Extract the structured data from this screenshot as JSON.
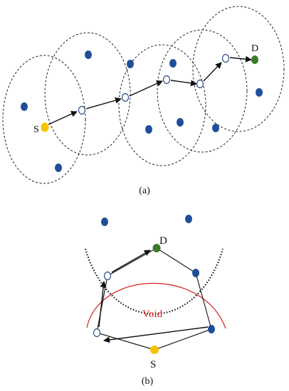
{
  "panel_a": {
    "caption": "(a)",
    "source_label": "S",
    "destination_label": "D"
  },
  "panel_b": {
    "caption": "(b)",
    "source_label": "S",
    "destination_label": "D",
    "void_label": "Void"
  },
  "colors": {
    "blue_node": "#1f4e9a",
    "source_node": "#f5c400",
    "destination_node": "#3a7a2a",
    "relay_fill": "#ffffff",
    "relay_stroke": "#2a4a8a",
    "void_curve": "#d42020",
    "lines": "#111111"
  }
}
